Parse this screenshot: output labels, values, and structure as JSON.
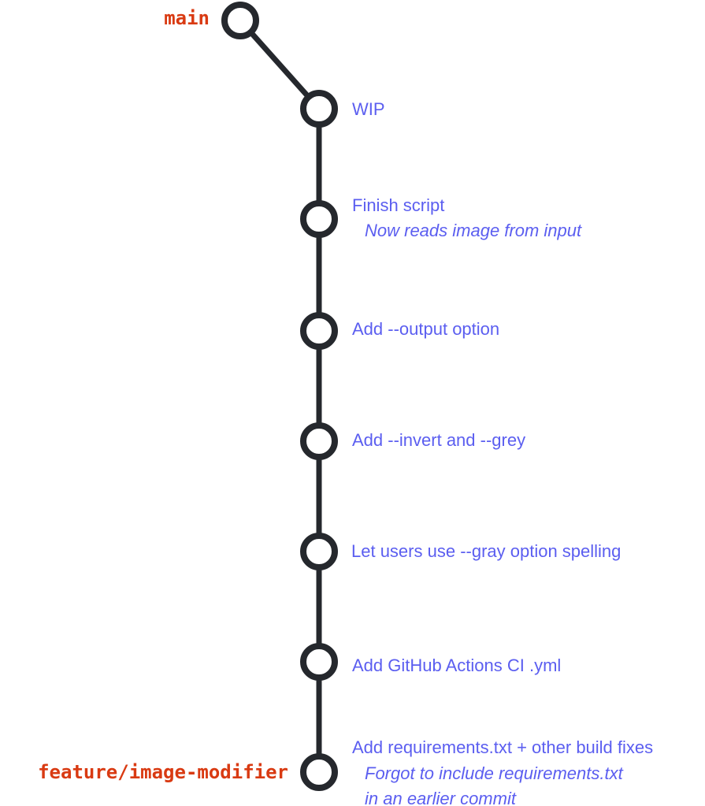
{
  "colors": {
    "line": "#25282d",
    "message": "#5b5ef0",
    "branch": "#d93a12"
  },
  "branches": {
    "main": "main",
    "feature": "feature/image-modifier"
  },
  "commits": [
    {
      "title": "WIP"
    },
    {
      "title": "Finish script",
      "body": [
        "Now reads image from input"
      ]
    },
    {
      "title": "Add --output option"
    },
    {
      "title": "Add --invert and --grey"
    },
    {
      "title": "Let users use --gray option spelling"
    },
    {
      "title": "Add GitHub Actions CI .yml"
    },
    {
      "title": "Add requirements.txt + other build fixes",
      "body": [
        "Forgot to include requirements.txt",
        "in an earlier commit"
      ]
    }
  ]
}
